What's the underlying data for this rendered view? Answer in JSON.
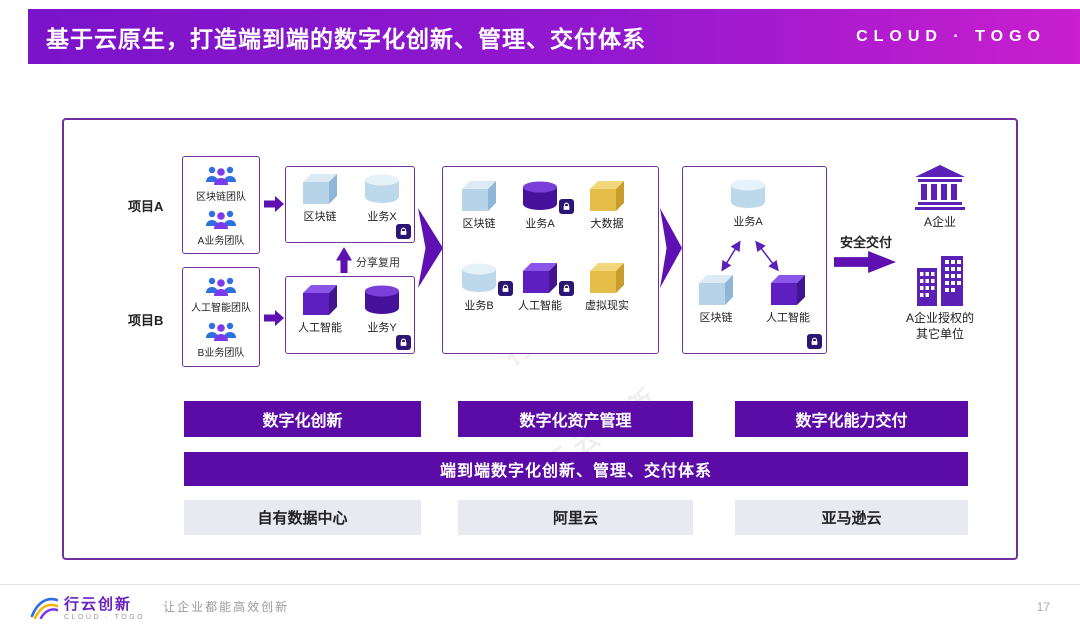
{
  "header": {
    "title": "基于云原生，打造端到端的数字化创新、管理、交付体系",
    "brand": "CLOUD · TOGO"
  },
  "diagram": {
    "watermark": "行云创新",
    "projects": [
      {
        "label": "项目A",
        "teams": [
          {
            "label": "区块链团队"
          },
          {
            "label": "A业务团队"
          }
        ]
      },
      {
        "label": "项目B",
        "teams": [
          {
            "label": "人工智能团队"
          },
          {
            "label": "B业务团队"
          }
        ]
      }
    ],
    "share_reuse_label": "分享复用",
    "project_a_assets": {
      "lock": true,
      "items": [
        {
          "label": "区块链",
          "shape": "cube",
          "color": "blue"
        },
        {
          "label": "业务X",
          "shape": "cylinder",
          "color": "blue"
        }
      ]
    },
    "project_b_assets": {
      "lock": true,
      "items": [
        {
          "label": "人工智能",
          "shape": "cube",
          "color": "purple"
        },
        {
          "label": "业务Y",
          "shape": "cylinder",
          "color": "purple"
        }
      ]
    },
    "asset_mgmt_box": {
      "items": [
        {
          "label": "区块链",
          "shape": "cube",
          "color": "blue",
          "locked": false
        },
        {
          "label": "业务A",
          "shape": "cylinder",
          "color": "purple",
          "locked": true
        },
        {
          "label": "大数据",
          "shape": "cube",
          "color": "yellow",
          "locked": false
        },
        {
          "label": "业务B",
          "shape": "cylinder",
          "color": "blue",
          "locked": true
        },
        {
          "label": "人工智能",
          "shape": "cube",
          "color": "purple",
          "locked": true
        },
        {
          "label": "虚拟现实",
          "shape": "cube",
          "color": "yellow",
          "locked": false
        }
      ]
    },
    "delivery_box": {
      "lock": true,
      "items": [
        {
          "label": "业务A",
          "shape": "cylinder",
          "color": "blue"
        },
        {
          "label": "区块链",
          "shape": "cube",
          "color": "blue"
        },
        {
          "label": "人工智能",
          "shape": "cube",
          "color": "purple"
        }
      ]
    },
    "secure_delivery_label": "安全交付",
    "enterprise_a_label": "A企业",
    "authorized_units_label_line1": "A企业授权的",
    "authorized_units_label_line2": "其它单位"
  },
  "stages": [
    {
      "label": "数字化创新"
    },
    {
      "label": "数字化资产管理"
    },
    {
      "label": "数字化能力交付"
    }
  ],
  "banner": "端到端数字化创新、管理、交付体系",
  "infrastructure": [
    {
      "label": "自有数据中心"
    },
    {
      "label": "阿里云"
    },
    {
      "label": "亚马逊云"
    }
  ],
  "footer": {
    "logo_text": "行云创新",
    "logo_subtext": "CLOUD · TOGO",
    "tagline": "让企业都能高效创新",
    "page_number": "17"
  },
  "colors": {
    "header_gradient_start": "#7a14c9",
    "header_gradient_end": "#c91fce",
    "accent_purple": "#5c0ca6",
    "box_border": "#7030a0",
    "gray_button_bg": "#e9e9f1",
    "cube_blue": "#b7d3e8",
    "cube_purple": "#5d1fc0",
    "cube_yellow": "#e5bd49"
  }
}
